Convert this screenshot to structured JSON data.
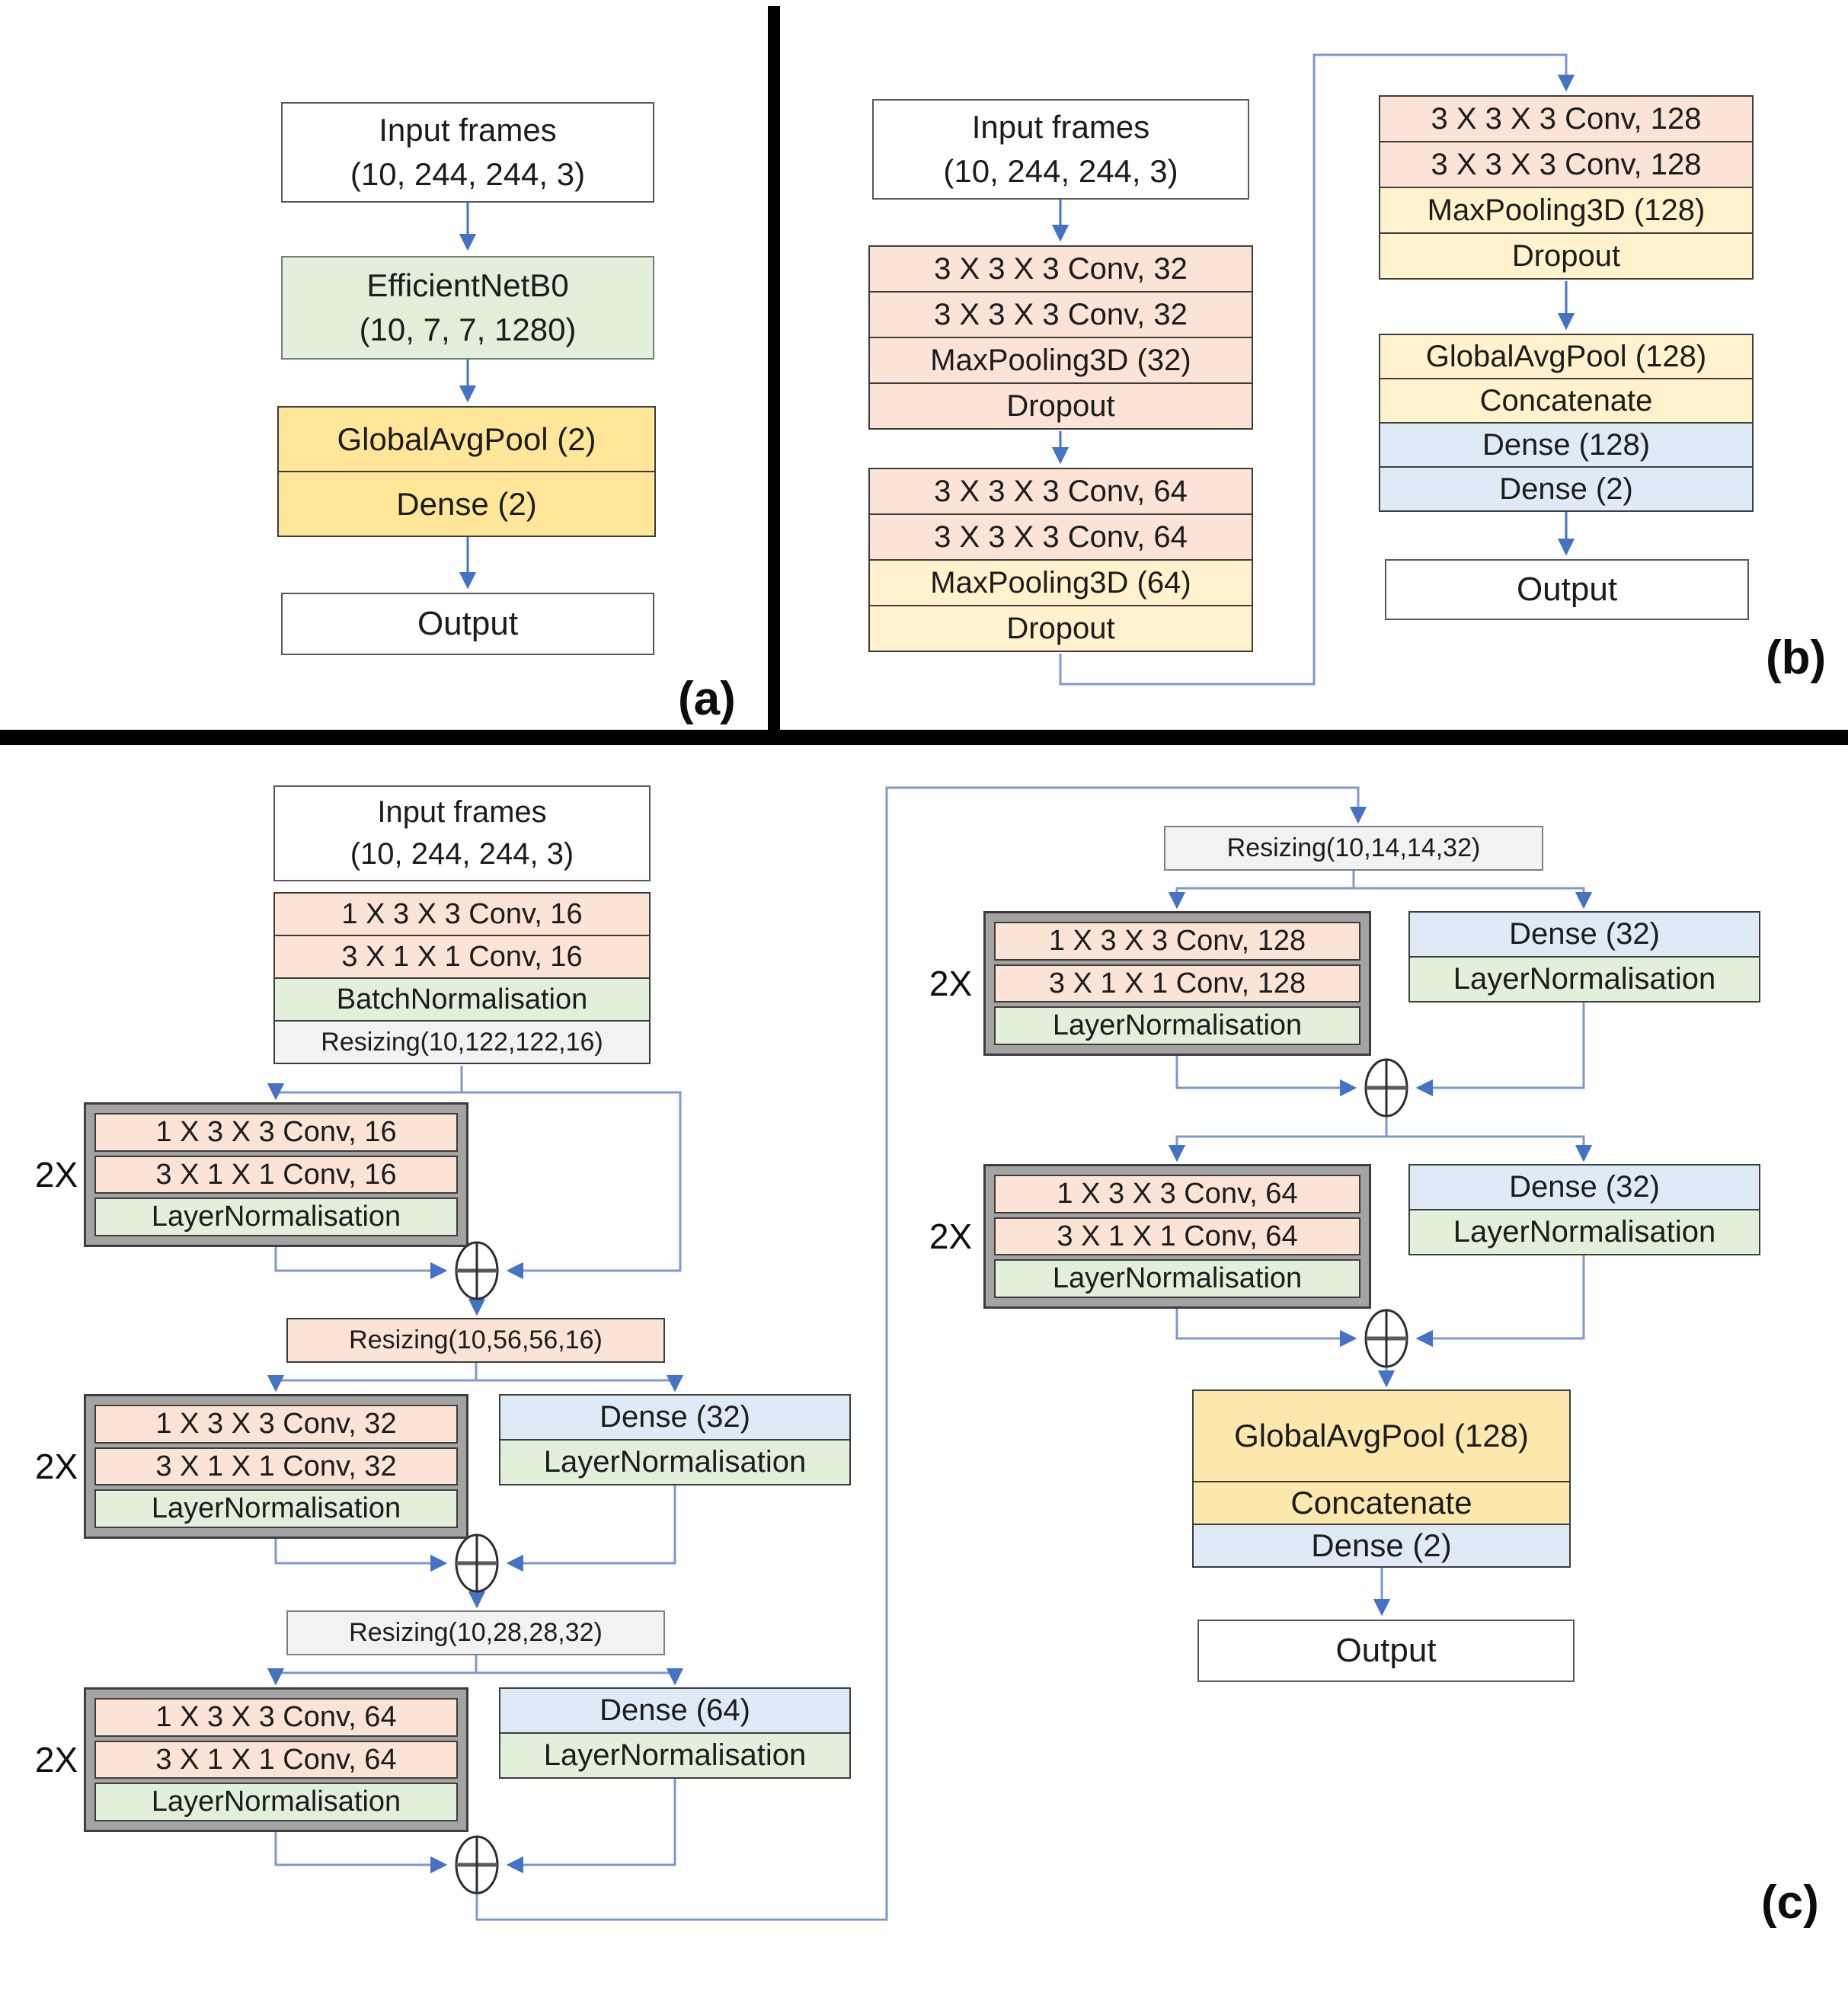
{
  "figure": {
    "type": "neural-network-architecture-diagram",
    "panels_count": 3
  },
  "colors": {
    "arrow_blue": "#4472C4",
    "connector_blue": "#7F98C9",
    "peach_layer": "#FBE3D5",
    "pale_yellow_layer": "#FFF2CC",
    "gold_layer": "#FFE699",
    "gold_layer_c": "#FCE7AC",
    "green_layer": "#E2EFDA",
    "blue_layer": "#DEEBF7",
    "gray_layer": "#F2F2F2",
    "frame_gray": "#A3A3A3",
    "separator_black": "#000000",
    "box_border": "#3d3d3d"
  },
  "icons": {
    "add-junction": "⊕"
  },
  "panel_a": {
    "label": "(a)",
    "input": {
      "line1": "Input frames",
      "line2": "(10, 244, 244, 3)"
    },
    "backbone": {
      "line1": "EfficientNetB0",
      "line2": "(10, 7, 7, 1280)"
    },
    "head": [
      "GlobalAvgPool (2)",
      "Dense (2)"
    ],
    "output": "Output"
  },
  "panel_b": {
    "label": "(b)",
    "input": {
      "line1": "Input frames",
      "line2": "(10, 244, 244, 3)"
    },
    "block1": [
      "3 X 3 X 3 Conv, 32",
      "3 X 3 X 3 Conv, 32",
      "MaxPooling3D (32)",
      "Dropout"
    ],
    "block2": [
      "3 X 3 X 3 Conv, 64",
      "3 X 3 X 3 Conv, 64",
      "MaxPooling3D (64)",
      "Dropout"
    ],
    "block3": [
      "3 X 3 X 3 Conv, 128",
      "3 X 3 X 3 Conv, 128",
      "MaxPooling3D (128)",
      "Dropout"
    ],
    "head": [
      "GlobalAvgPool (128)",
      "Concatenate",
      "Dense (128)",
      "Dense (2)"
    ],
    "output": "Output"
  },
  "panel_c": {
    "label": "(c)",
    "input": {
      "line1": "Input frames",
      "line2": "(10, 244, 244, 3)"
    },
    "stem": [
      "1 X 3 X 3 Conv, 16",
      "3 X 1 X 1 Conv, 16",
      "BatchNormalisation",
      "Resizing(10,122,122,16)"
    ],
    "block_a": {
      "multiplier": "2X",
      "rows": [
        "1 X 3 X 3 Conv, 16",
        "3 X 1 X 1 Conv, 16",
        "LayerNormalisation"
      ]
    },
    "resize56": "Resizing(10,56,56,16)",
    "block_b": {
      "multiplier": "2X",
      "rows": [
        "1 X 3 X 3 Conv, 32",
        "3 X 1 X 1 Conv, 32",
        "LayerNormalisation"
      ]
    },
    "dense_b": [
      "Dense (32)",
      "LayerNormalisation"
    ],
    "resize28": "Resizing(10,28,28,32)",
    "block_c": {
      "multiplier": "2X",
      "rows": [
        "1 X 3 X 3 Conv, 64",
        "3 X 1 X 1 Conv, 64",
        "LayerNormalisation"
      ]
    },
    "dense_c": [
      "Dense (64)",
      "LayerNormalisation"
    ],
    "resize14": "Resizing(10,14,14,32)",
    "block_d": {
      "multiplier": "2X",
      "rows": [
        "1 X 3 X 3 Conv, 128",
        "3 X 1 X 1 Conv, 128",
        "LayerNormalisation"
      ]
    },
    "dense_d": [
      "Dense (32)",
      "LayerNormalisation"
    ],
    "block_e": {
      "multiplier": "2X",
      "rows": [
        "1 X 3 X 3 Conv, 64",
        "3 X 1 X 1 Conv, 64",
        "LayerNormalisation"
      ]
    },
    "dense_e": [
      "Dense (32)",
      "LayerNormalisation"
    ],
    "head": [
      "GlobalAvgPool (128)",
      "Concatenate",
      "Dense (2)"
    ],
    "output": "Output"
  }
}
